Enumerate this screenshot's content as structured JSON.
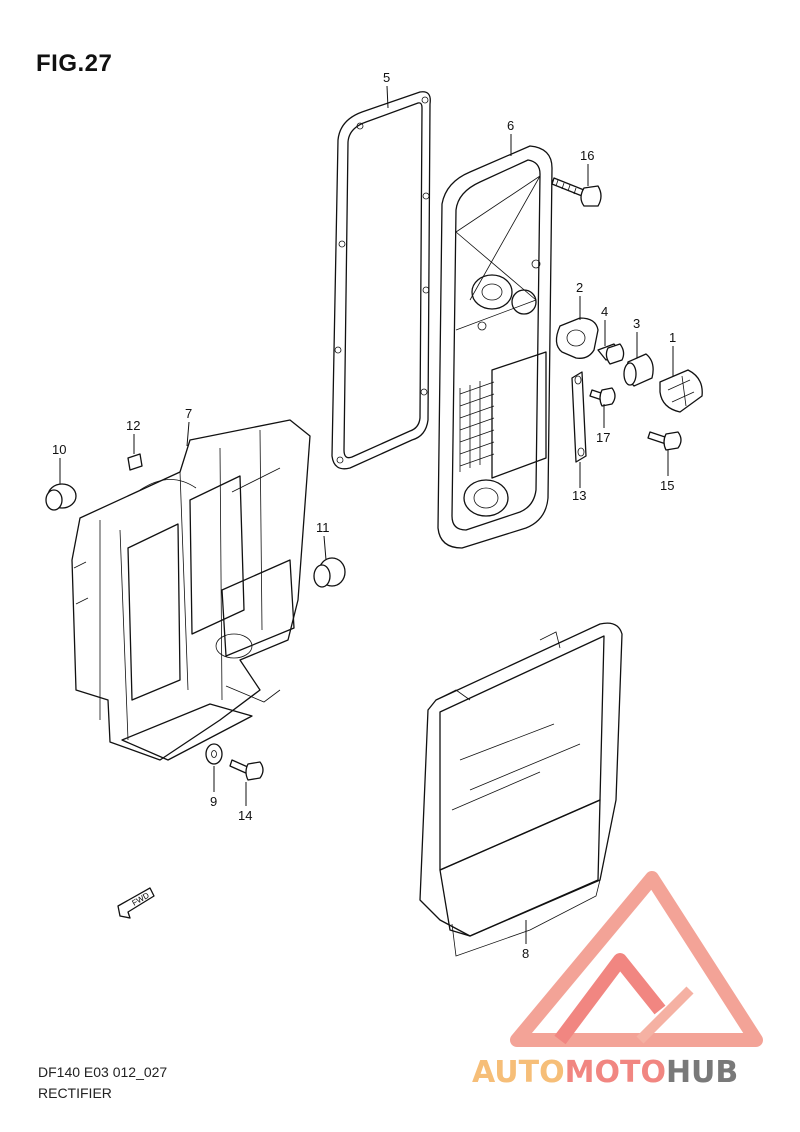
{
  "figure": {
    "title": "FIG.27",
    "model_code": "DF140 E03 012_027",
    "section_name": "RECTIFIER"
  },
  "parts": [
    {
      "id": "part-1",
      "number": "1"
    },
    {
      "id": "part-2",
      "number": "2"
    },
    {
      "id": "part-3",
      "number": "3"
    },
    {
      "id": "part-4",
      "number": "4"
    },
    {
      "id": "part-5",
      "number": "5"
    },
    {
      "id": "part-6",
      "number": "6"
    },
    {
      "id": "part-7",
      "number": "7"
    },
    {
      "id": "part-8",
      "number": "8"
    },
    {
      "id": "part-9",
      "number": "9"
    },
    {
      "id": "part-10",
      "number": "10"
    },
    {
      "id": "part-11",
      "number": "11"
    },
    {
      "id": "part-12",
      "number": "12"
    },
    {
      "id": "part-13",
      "number": "13"
    },
    {
      "id": "part-14",
      "number": "14"
    },
    {
      "id": "part-15",
      "number": "15"
    },
    {
      "id": "part-16",
      "number": "16"
    },
    {
      "id": "part-17",
      "number": "17"
    }
  ],
  "fwd_arrow": {
    "label": "FWD"
  },
  "watermark": {
    "text_part1": "AUTO",
    "text_part2": "MOTO",
    "text_part3": "HUB",
    "color_light": "#f6b8a6",
    "color_mid": "#f07a74",
    "color_dark": "#6b6b6b"
  }
}
